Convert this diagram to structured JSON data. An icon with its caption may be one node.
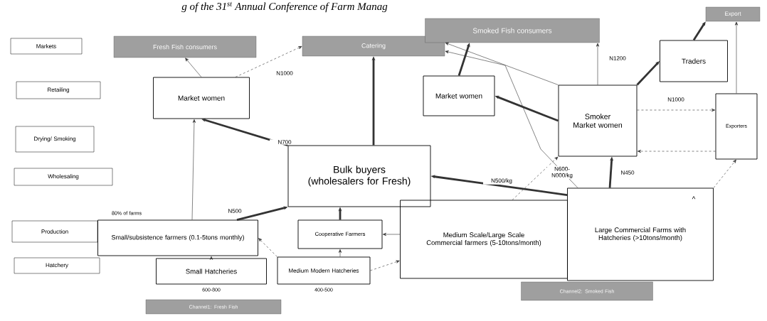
{
  "diagram": {
    "nodes": [
      {
        "text": [
          "Markets"
        ]
      },
      {
        "text": [
          "Retailing"
        ]
      },
      {
        "text": [
          "Drying/ Smoking"
        ]
      },
      {
        "text": [
          "Wholesaling"
        ]
      },
      {
        "text": [
          "Production"
        ]
      },
      {
        "text": [
          "Hatchery"
        ]
      },
      {
        "text": [
          "Fresh Fish consumers"
        ]
      },
      {
        "text": [
          "Catering"
        ]
      },
      {
        "text": [
          "Smoked Fish consumers"
        ]
      },
      {
        "text": [
          "Export"
        ]
      },
      {
        "text": [
          "Market women"
        ]
      },
      {
        "text": [
          "Market women"
        ]
      },
      {
        "text": [
          "Traders"
        ]
      },
      {
        "text": [
          "Smoker Market women"
        ]
      },
      {
        "text": [
          "Exporters"
        ]
      },
      {
        "text": [
          "Bulk buyers (wholesalers for Fresh)"
        ]
      },
      {
        "text": [
          "Small/subsistence farmers (0.1-5tons monthly)"
        ],
        "beside": [
          "80% of farms"
        ]
      },
      {
        "text": [
          "Cooperative Farmers"
        ]
      },
      {
        "text": [
          "Medium Scale/Large Scale Commercial farmers (5-10tons/month)"
        ]
      },
      {
        "text": [
          "Large Commercial Farms with Hatcheries (>10tons/month)"
        ]
      },
      {
        "text": [
          "Small Hatcheries"
        ],
        "beside": [
          "600-800"
        ]
      },
      {
        "text": [
          "Medium Modern Hatcheries"
        ],
        "beside": [
          "400-500"
        ]
      },
      {
        "text": [
          "Channel1: Fresh Fish"
        ]
      },
      {
        "text": [
          "Channel2: Smoked Fish"
        ]
      }
    ],
    "edges": [
      {
        "from": 10,
        "to": 6,
        "arrow": "to"
      },
      {
        "from": 10,
        "to": 7,
        "arrow": "to",
        "style": "dashed"
      },
      {
        "from": 15,
        "to": 10,
        "arrow": "to",
        "style": "thick",
        "label": "N700"
      },
      {
        "from": 15,
        "to": 7,
        "arrow": "to",
        "style": "thick"
      },
      {
        "from": 16,
        "to": 10,
        "arrow": "to"
      },
      {
        "from": 16,
        "to": 15,
        "arrow": "to",
        "style": "thick",
        "label": "N500"
      },
      {
        "from": 17,
        "to": 15,
        "arrow": "to",
        "style": "thick"
      },
      {
        "from": 18,
        "to": 17,
        "arrow": "to"
      },
      {
        "from": 21,
        "to": 17,
        "arrow": "to"
      },
      {
        "from": 21,
        "to": 16,
        "arrow": "to",
        "style": "dashed"
      },
      {
        "from": 20,
        "to": 16,
        "arrow": "to"
      },
      {
        "from": 21,
        "to": 18,
        "arrow": "to",
        "style": "dashed"
      },
      {
        "from": 19,
        "to": 15,
        "arrow": "to",
        "style": "thick",
        "label": "N500/kg"
      },
      {
        "from": 18,
        "to": 13,
        "arrow": "to",
        "style": "dashed"
      },
      {
        "from": 19,
        "to": 13,
        "arrow": "to",
        "style": "thick",
        "label": "N450"
      },
      {
        "from": 19,
        "to": 7,
        "arrow": "to",
        "label": "N600-N000/kg"
      },
      {
        "from": 13,
        "to": 7,
        "arrow": "to"
      },
      {
        "from": 13,
        "to": 11,
        "arrow": "to",
        "style": "thick"
      },
      {
        "from": 11,
        "to": 8,
        "arrow": "to",
        "style": "thick"
      },
      {
        "from": 13,
        "to": 8,
        "arrow": "to",
        "label": "N1200"
      },
      {
        "from": 13,
        "to": 12,
        "arrow": "to",
        "style": "thick"
      },
      {
        "from": 12,
        "to": 9,
        "arrow": "to",
        "style": "thick"
      },
      {
        "from": 14,
        "to": 9,
        "arrow": "to"
      },
      {
        "from": 13,
        "to": 14,
        "arrow": "to",
        "style": "dashed",
        "label": "N1000"
      },
      {
        "from": 14,
        "to": 13,
        "arrow": "to",
        "style": "dashed"
      },
      {
        "from": 19,
        "to": 14,
        "arrow": "to",
        "style": "dashed"
      }
    ],
    "labels": [
      "g of the 31$^{st}$ Annual Conference of Farm Manag",
      "N1000",
      "^"
    ]
  }
}
